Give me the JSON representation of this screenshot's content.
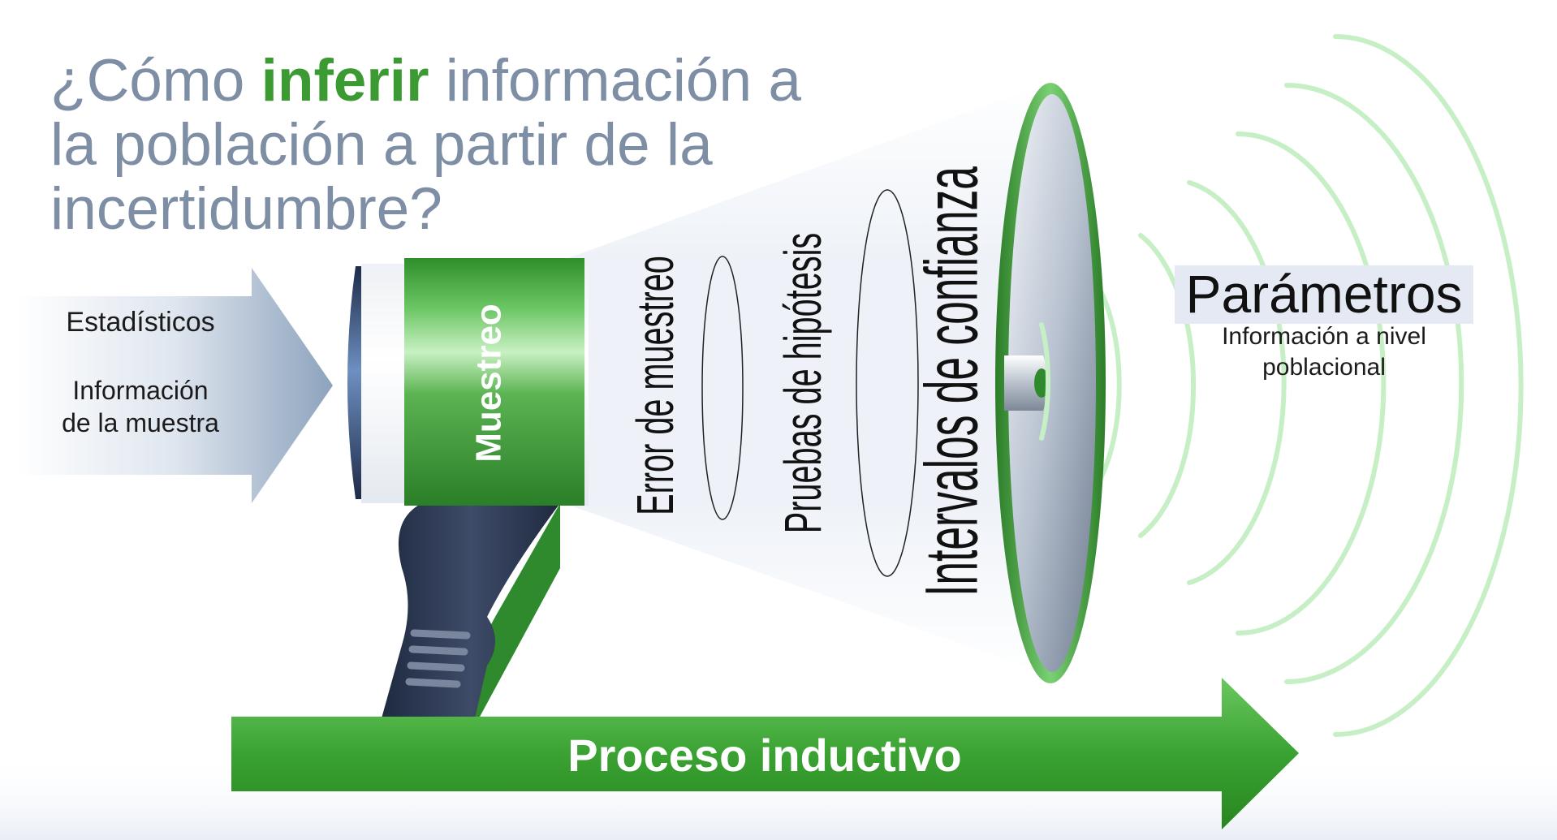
{
  "title": {
    "before": "¿Cómo ",
    "highlight": "inferir",
    "after": " información a la población a partir de la incertidumbre?"
  },
  "input": {
    "label_1": "Estadísticos",
    "label_2_line_1": "Información",
    "label_2_line_2": "de la muestra"
  },
  "megaphone": {
    "handle_label": "Muestreo",
    "stages": [
      "Error de muestreo",
      "Pruebas de hipótesis",
      "Intervalos de confianza"
    ]
  },
  "output": {
    "title": "Parámetros",
    "subtitle_line_1": "Información a nivel",
    "subtitle_line_2": "poblacional"
  },
  "process_arrow": {
    "label": "Proceso inductivo"
  },
  "colors": {
    "title_gray": "#7e8ea5",
    "accent_green": "#3c9a32",
    "dark_green": "#2e8a2c",
    "wave_green": "#c6efc6",
    "grip_navy": "#2b3650"
  }
}
